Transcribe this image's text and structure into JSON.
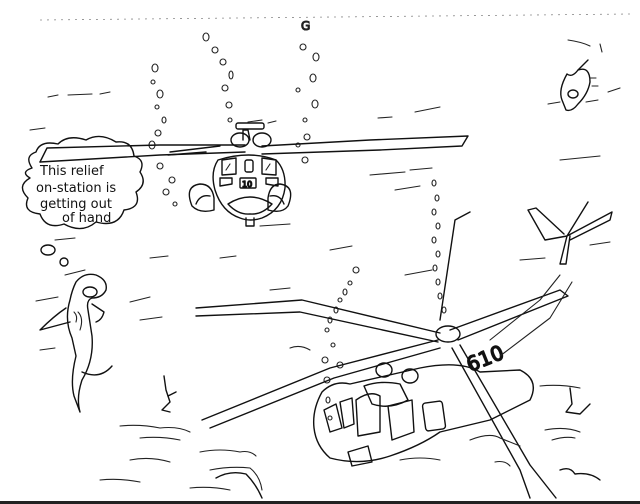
{
  "image": {
    "kind": "hand-drawn cartoon (scanned, black and white)",
    "scene": "underwater"
  },
  "thought_bubble": {
    "lines": [
      "This relief",
      "on-station is",
      "getting out",
      "of hand"
    ]
  },
  "upper_helicopter": {
    "nose_number": "10",
    "state": "submerged, hovering"
  },
  "crashed_helicopter": {
    "tail_number": "610",
    "state": "crashed on the sea floor"
  },
  "characters": [
    {
      "name": "dolphin-thinker",
      "position": "left, below thought bubble"
    },
    {
      "name": "small-fish",
      "position": "upper right"
    }
  ],
  "colors": {
    "ink": "#111111",
    "paper": "#ffffff"
  }
}
